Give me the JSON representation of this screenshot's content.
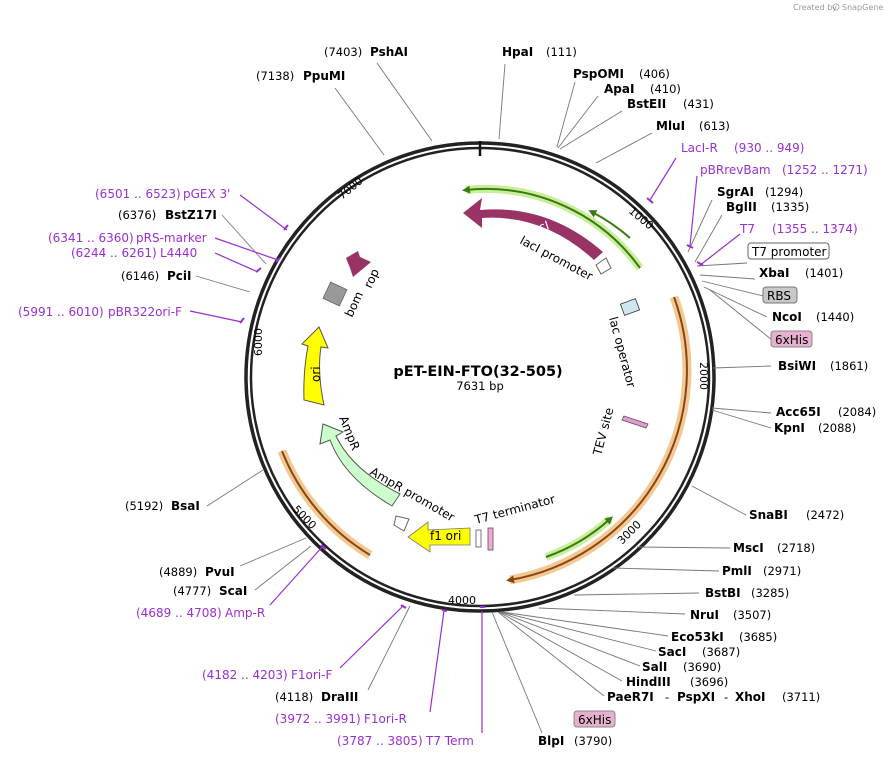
{
  "credit": "Created by",
  "brand": "SnapGene",
  "plasmid": {
    "name": "pET-EIN-FTO(32-505)",
    "size": "7631 bp"
  },
  "ticks": [
    "1000",
    "2000",
    "3000",
    "4000",
    "5000",
    "6000",
    "7000"
  ],
  "enzymes": [
    {
      "name": "PshAI",
      "pos": "(7403)"
    },
    {
      "name": "HpaI",
      "pos": "(111)"
    },
    {
      "name": "PpuMI",
      "pos": "(7138)"
    },
    {
      "name": "PspOMI",
      "pos": "(406)"
    },
    {
      "name": "ApaI",
      "pos": "(410)"
    },
    {
      "name": "BstEII",
      "pos": "(431)"
    },
    {
      "name": "MluI",
      "pos": "(613)"
    },
    {
      "name": "SgrAI",
      "pos": "(1294)"
    },
    {
      "name": "BglII",
      "pos": "(1335)"
    },
    {
      "name": "XbaI",
      "pos": "(1401)"
    },
    {
      "name": "NcoI",
      "pos": "(1440)"
    },
    {
      "name": "BsiWI",
      "pos": "(1861)"
    },
    {
      "name": "Acc65I",
      "pos": "(2084)"
    },
    {
      "name": "KpnI",
      "pos": "(2088)"
    },
    {
      "name": "SnaBI",
      "pos": "(2472)"
    },
    {
      "name": "MscI",
      "pos": "(2718)"
    },
    {
      "name": "PmlI",
      "pos": "(2971)"
    },
    {
      "name": "BstBI",
      "pos": "(3285)"
    },
    {
      "name": "NruI",
      "pos": "(3507)"
    },
    {
      "name": "Eco53kI",
      "pos": "(3685)"
    },
    {
      "name": "SacI",
      "pos": "(3687)"
    },
    {
      "name": "SalI",
      "pos": "(3690)"
    },
    {
      "name": "HindIII",
      "pos": "(3696)"
    },
    {
      "name": "PaeR7I",
      "pos": ""
    },
    {
      "name": "PspXI",
      "pos": ""
    },
    {
      "name": "XhoI",
      "pos": "(3711)"
    },
    {
      "name": "BlpI",
      "pos": "(3790)"
    },
    {
      "name": "DraIII",
      "pos": "(4118)"
    },
    {
      "name": "ScaI",
      "pos": "(4777)"
    },
    {
      "name": "PvuI",
      "pos": "(4889)"
    },
    {
      "name": "BsaI",
      "pos": "(5192)"
    },
    {
      "name": "PciI",
      "pos": "(6146)"
    },
    {
      "name": "BstZ17I",
      "pos": "(6376)"
    }
  ],
  "primers": [
    {
      "name": "LacI-R",
      "range": "(930 .. 949)"
    },
    {
      "name": "pBRrevBam",
      "range": "(1252 .. 1271)"
    },
    {
      "name": "T7",
      "range": "(1355 .. 1374)"
    },
    {
      "name": "pGEX 3'",
      "range": "(6501 .. 6523)"
    },
    {
      "name": "pRS-marker",
      "range": "(6341 .. 6360)"
    },
    {
      "name": "L4440",
      "range": "(6244 .. 6261)"
    },
    {
      "name": "pBR322ori-F",
      "range": "(5991 .. 6010)"
    },
    {
      "name": "Amp-R",
      "range": "(4689 .. 4708)"
    },
    {
      "name": "F1ori-F",
      "range": "(4182 .. 4203)"
    },
    {
      "name": "F1ori-R",
      "range": "(3972 .. 3991)"
    },
    {
      "name": "T7 Term",
      "range": "(3787 .. 3805)"
    }
  ],
  "boxed": [
    "T7 promoter",
    "RBS",
    "6xHis",
    "6xHis"
  ],
  "features": {
    "lacI": "lacI",
    "lacI_promoter": "lacI promoter",
    "lac_operator": "lac operator",
    "tev": "TEV site",
    "t7_terminator": "T7 terminator",
    "f1_ori": "f1 ori",
    "ampr_promoter": "AmpR promoter",
    "ampr": "AmpR",
    "ori": "ori",
    "bom": "bom",
    "rop": "rop"
  },
  "colors": {
    "lacI": "#993366",
    "ori": "#ffff00",
    "ampr": "#ccffcc",
    "orf": "#e8a040",
    "orf_arrow": "#8b4513",
    "green_arrow": "#559922",
    "primer": "#9b30d0"
  }
}
